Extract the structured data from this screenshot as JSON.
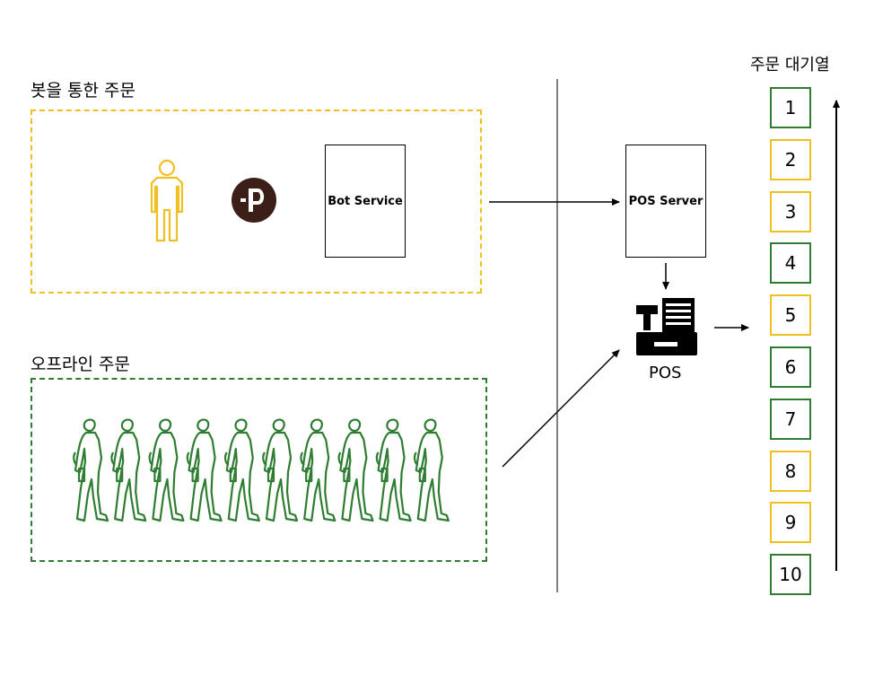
{
  "colors": {
    "bot": "#f0c020",
    "offline": "#2e7d32",
    "line": "#000000",
    "payco": "#3d1f1a"
  },
  "bot_section": {
    "label": "봇을 통한 주문",
    "service_label": "Bot Service",
    "icons": [
      "person-outline-icon",
      "payco-logo-icon"
    ]
  },
  "offline_section": {
    "label": "오프라인 주문",
    "people_count": 10,
    "icons": [
      "person-walking-icon"
    ]
  },
  "pos_server": {
    "label": "POS Server"
  },
  "pos": {
    "label": "POS",
    "icon": "cash-register-icon"
  },
  "queue": {
    "title": "주문 대기열",
    "items": [
      {
        "label": "1",
        "source": "offline"
      },
      {
        "label": "2",
        "source": "bot"
      },
      {
        "label": "3",
        "source": "bot"
      },
      {
        "label": "4",
        "source": "offline"
      },
      {
        "label": "5",
        "source": "bot"
      },
      {
        "label": "6",
        "source": "offline"
      },
      {
        "label": "7",
        "source": "offline"
      },
      {
        "label": "8",
        "source": "bot"
      },
      {
        "label": "9",
        "source": "bot"
      },
      {
        "label": "10",
        "source": "offline"
      }
    ]
  }
}
